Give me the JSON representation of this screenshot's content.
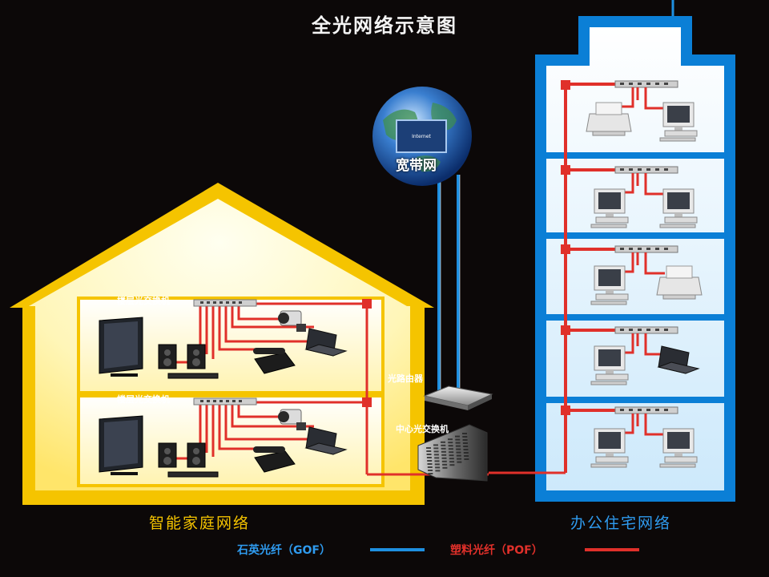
{
  "title": "全光网络示意图",
  "labels": {
    "floor_switch_top": "楼层光交换机",
    "floor_switch_bottom": "楼层光交换机",
    "router": "光路由器",
    "central_switch": "中心光交换机",
    "broadband": "宽带网",
    "internet": "Internet"
  },
  "captions": {
    "home": "智能家庭网络",
    "office": "办公住宅网络"
  },
  "legend": {
    "gof": "石英光纤（GOF）",
    "pof": "塑料光纤（POF）"
  },
  "colors": {
    "gof_line": "#1e8fe0",
    "pof_line": "#e0302a",
    "house_frame": "#f5c400",
    "building_frame": "#0b7fd6"
  },
  "icons": [
    "globe-icon",
    "monitor-icon",
    "speaker-icon",
    "camera-icon",
    "laptop-icon",
    "phone-icon",
    "printer-icon",
    "desktop-pc-icon",
    "switch-icon",
    "router-icon",
    "server-rack-icon"
  ]
}
